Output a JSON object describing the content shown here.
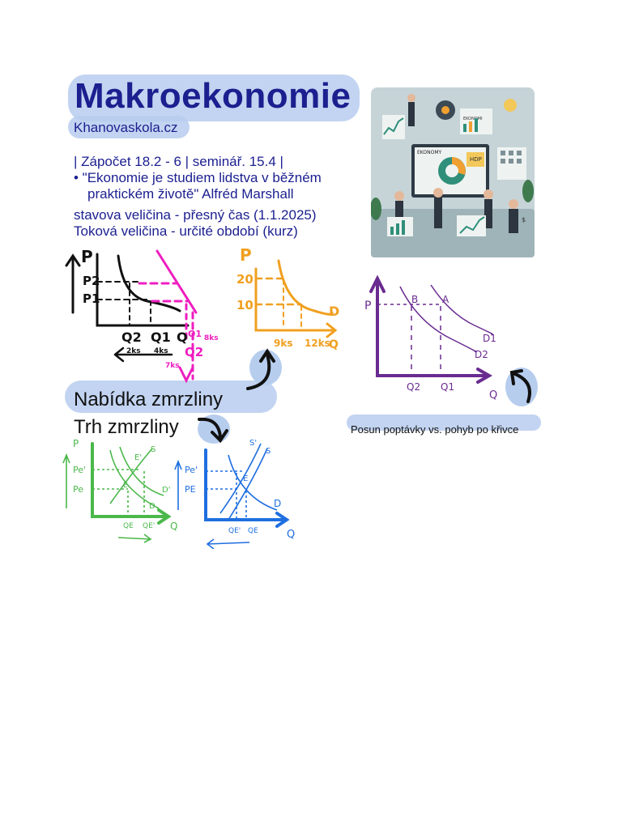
{
  "title": "Makroekonomie",
  "site": "Khanovaskola.cz",
  "lines": [
    "| Zápočet 18.2 - 6 | seminář. 15.4 |",
    "•  \"Ekonomie je studiem lidstva v běžném",
    "praktickém životě\" Alfréd Marshall",
    "stavova veličina - přesný čas (1.1.2025)",
    "Toková veličina - určité období (kurz)"
  ],
  "headings": {
    "supply": "Nabídka zmrzliny",
    "market": "Trh zmrzliny"
  },
  "caption": "Posun poptávky vs. pohyb po křivce",
  "image": {
    "label1": "EKONOMY",
    "label2": "EKONOMI",
    "label3": "HDP",
    "label4": "$"
  },
  "sketch_black": {
    "p": "P",
    "p2": "P2",
    "p1": "P1",
    "q2": "Q2",
    "q1": "Q1",
    "q": "Q",
    "n2": "2ks",
    "n1": "4ks"
  },
  "sketch_pink": {
    "q1": "Q1",
    "q1u": "8ks",
    "q2": "Q2",
    "q2u": "7ks"
  },
  "sketch_orange": {
    "p": "P",
    "v20": "20",
    "v10": "10",
    "d": "D",
    "q9": "9ks",
    "q12": "12ks",
    "q": "Q"
  },
  "sketch_purple": {
    "p": "P",
    "b": "B",
    "a": "A",
    "d1": "D1",
    "d2": "D2",
    "q2": "Q2",
    "q1": "Q1",
    "q": "Q"
  },
  "sketch_green": {
    "p": "P",
    "pe2": "Pe'",
    "pe": "Pe",
    "e": "E",
    "e2": "E'",
    "s": "S",
    "d2": "D'",
    "d": "D",
    "qe": "QE",
    "qe2": "QE'",
    "q": "Q"
  },
  "sketch_blue": {
    "pe2": "Pe'",
    "pe": "PE",
    "s2": "S'",
    "s": "S",
    "e": "E",
    "d": "D",
    "qe2": "QE'",
    "qe": "QE",
    "q": "Q"
  }
}
